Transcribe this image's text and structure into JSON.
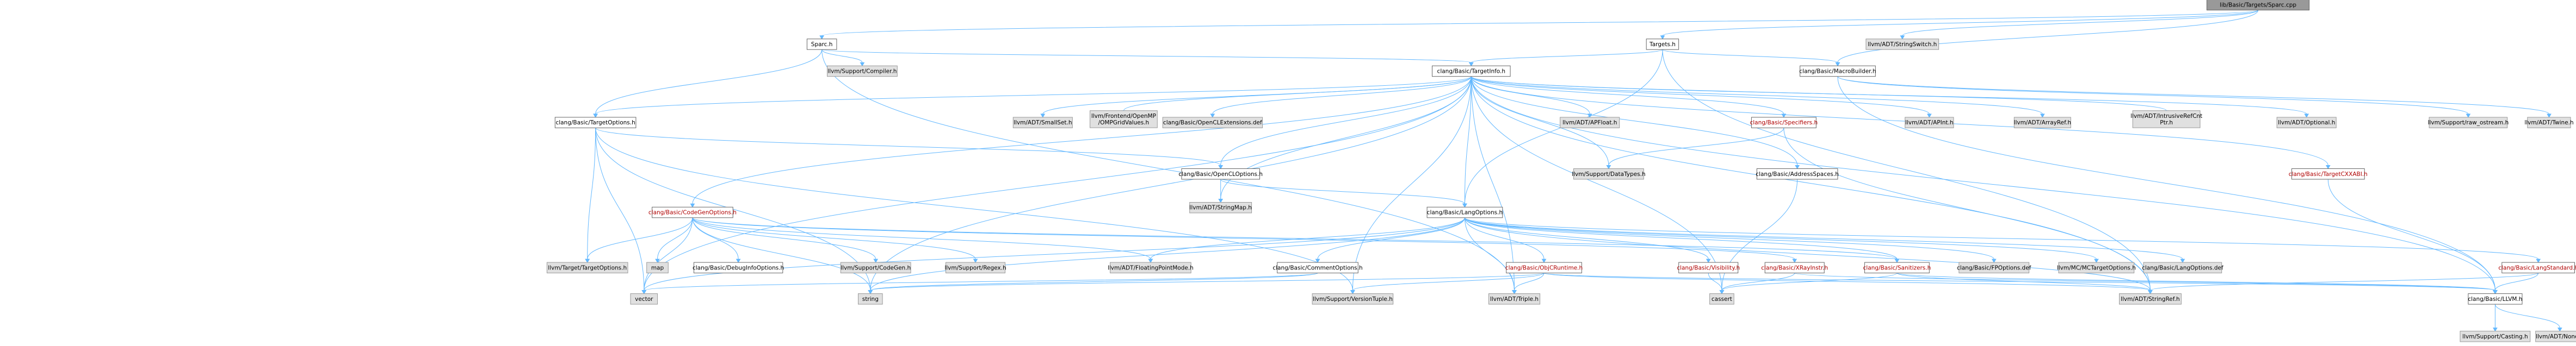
{
  "graph": {
    "root": "lib/Basic/Targets/Sparc.cpp",
    "colors": {
      "edge": "#63b8ff",
      "root_fill": "#999999",
      "local_fill": "#ffffff",
      "external_fill": "#e0e0e0",
      "red_text": "#b00000"
    },
    "nodes": [
      {
        "id": "root",
        "label": "lib/Basic/Targets/Sparc.cpp",
        "kind": "root"
      },
      {
        "id": "sparc_h",
        "label": "Sparc.h",
        "kind": "normal"
      },
      {
        "id": "targets_h",
        "label": "Targets.h",
        "kind": "normal"
      },
      {
        "id": "stringswitch",
        "label": "llvm/ADT/StringSwitch.h",
        "kind": "ext"
      },
      {
        "id": "compiler_h",
        "label": "llvm/Support/Compiler.h",
        "kind": "ext"
      },
      {
        "id": "targetinfo",
        "label": "clang/Basic/TargetInfo.h",
        "kind": "normal"
      },
      {
        "id": "macrobuilder",
        "label": "clang/Basic/MacroBuilder.h",
        "kind": "normal"
      },
      {
        "id": "targetoptions",
        "label": "clang/Basic/TargetOptions.h",
        "kind": "normal"
      },
      {
        "id": "smallset",
        "label": "llvm/ADT/SmallSet.h",
        "kind": "ext"
      },
      {
        "id": "openmp",
        "label": "llvm/Frontend/OpenMP\n/OMPGridValues.h",
        "kind": "ext"
      },
      {
        "id": "openclext_def",
        "label": "clang/Basic/OpenCLExtensions.def",
        "kind": "ext"
      },
      {
        "id": "apfloat",
        "label": "llvm/ADT/APFloat.h",
        "kind": "ext"
      },
      {
        "id": "specifiers",
        "label": "clang/Basic/Specifiers.h",
        "kind": "red"
      },
      {
        "id": "apint",
        "label": "llvm/ADT/APInt.h",
        "kind": "ext"
      },
      {
        "id": "arrayref",
        "label": "llvm/ADT/ArrayRef.h",
        "kind": "ext"
      },
      {
        "id": "intrusiveref",
        "label": "llvm/ADT/IntrusiveRefCnt\nPtr.h",
        "kind": "ext"
      },
      {
        "id": "optional",
        "label": "llvm/ADT/Optional.h",
        "kind": "ext"
      },
      {
        "id": "raw_ostream",
        "label": "llvm/Support/raw_ostream.h",
        "kind": "ext"
      },
      {
        "id": "twine",
        "label": "llvm/ADT/Twine.h",
        "kind": "ext"
      },
      {
        "id": "targetcxxabi",
        "label": "clang/Basic/TargetCXXABI.h",
        "kind": "red"
      },
      {
        "id": "openclopts",
        "label": "clang/Basic/OpenCLOptions.h",
        "kind": "normal"
      },
      {
        "id": "datatypes",
        "label": "llvm/Support/DataTypes.h",
        "kind": "ext"
      },
      {
        "id": "addrspaces",
        "label": "clang/Basic/AddressSpaces.h",
        "kind": "normal"
      },
      {
        "id": "codegenopts",
        "label": "clang/Basic/CodeGenOptions.h",
        "kind": "red"
      },
      {
        "id": "stringmap",
        "label": "llvm/ADT/StringMap.h",
        "kind": "ext"
      },
      {
        "id": "langoptions",
        "label": "clang/Basic/LangOptions.h",
        "kind": "normal"
      },
      {
        "id": "target_targetopts",
        "label": "llvm/Target/TargetOptions.h",
        "kind": "ext"
      },
      {
        "id": "map",
        "label": "map",
        "kind": "ext"
      },
      {
        "id": "debuginfo",
        "label": "clang/Basic/DebugInfoOptions.h",
        "kind": "normal"
      },
      {
        "id": "codegen",
        "label": "llvm/Support/CodeGen.h",
        "kind": "ext"
      },
      {
        "id": "regex",
        "label": "llvm/Support/Regex.h",
        "kind": "ext"
      },
      {
        "id": "fpmode",
        "label": "llvm/ADT/FloatingPointMode.h",
        "kind": "ext"
      },
      {
        "id": "commentopts",
        "label": "clang/Basic/CommentOptions.h",
        "kind": "normal"
      },
      {
        "id": "objcruntime",
        "label": "clang/Basic/ObjCRuntime.h",
        "kind": "red"
      },
      {
        "id": "visibility",
        "label": "clang/Basic/Visibility.h",
        "kind": "red"
      },
      {
        "id": "xrayinstr",
        "label": "clang/Basic/XRayInstr.h",
        "kind": "red"
      },
      {
        "id": "sanitizers",
        "label": "clang/Basic/Sanitizers.h",
        "kind": "red"
      },
      {
        "id": "fpoptions_def",
        "label": "clang/Basic/FPOptions.def",
        "kind": "ext"
      },
      {
        "id": "mctarget",
        "label": "llvm/MC/MCTargetOptions.h",
        "kind": "ext"
      },
      {
        "id": "langopts_def",
        "label": "clang/Basic/LangOptions.def",
        "kind": "ext"
      },
      {
        "id": "langstandard",
        "label": "clang/Basic/LangStandard.h",
        "kind": "red"
      },
      {
        "id": "vector",
        "label": "vector",
        "kind": "ext"
      },
      {
        "id": "string",
        "label": "string",
        "kind": "ext"
      },
      {
        "id": "versiontuple",
        "label": "llvm/Support/VersionTuple.h",
        "kind": "ext"
      },
      {
        "id": "triple",
        "label": "llvm/ADT/Triple.h",
        "kind": "ext"
      },
      {
        "id": "cassert",
        "label": "cassert",
        "kind": "ext"
      },
      {
        "id": "stringref",
        "label": "llvm/ADT/StringRef.h",
        "kind": "ext"
      },
      {
        "id": "llvm_h",
        "label": "clang/Basic/LLVM.h",
        "kind": "normal"
      },
      {
        "id": "casting",
        "label": "llvm/Support/Casting.h",
        "kind": "ext"
      },
      {
        "id": "none",
        "label": "llvm/ADT/None.h",
        "kind": "ext"
      }
    ]
  }
}
